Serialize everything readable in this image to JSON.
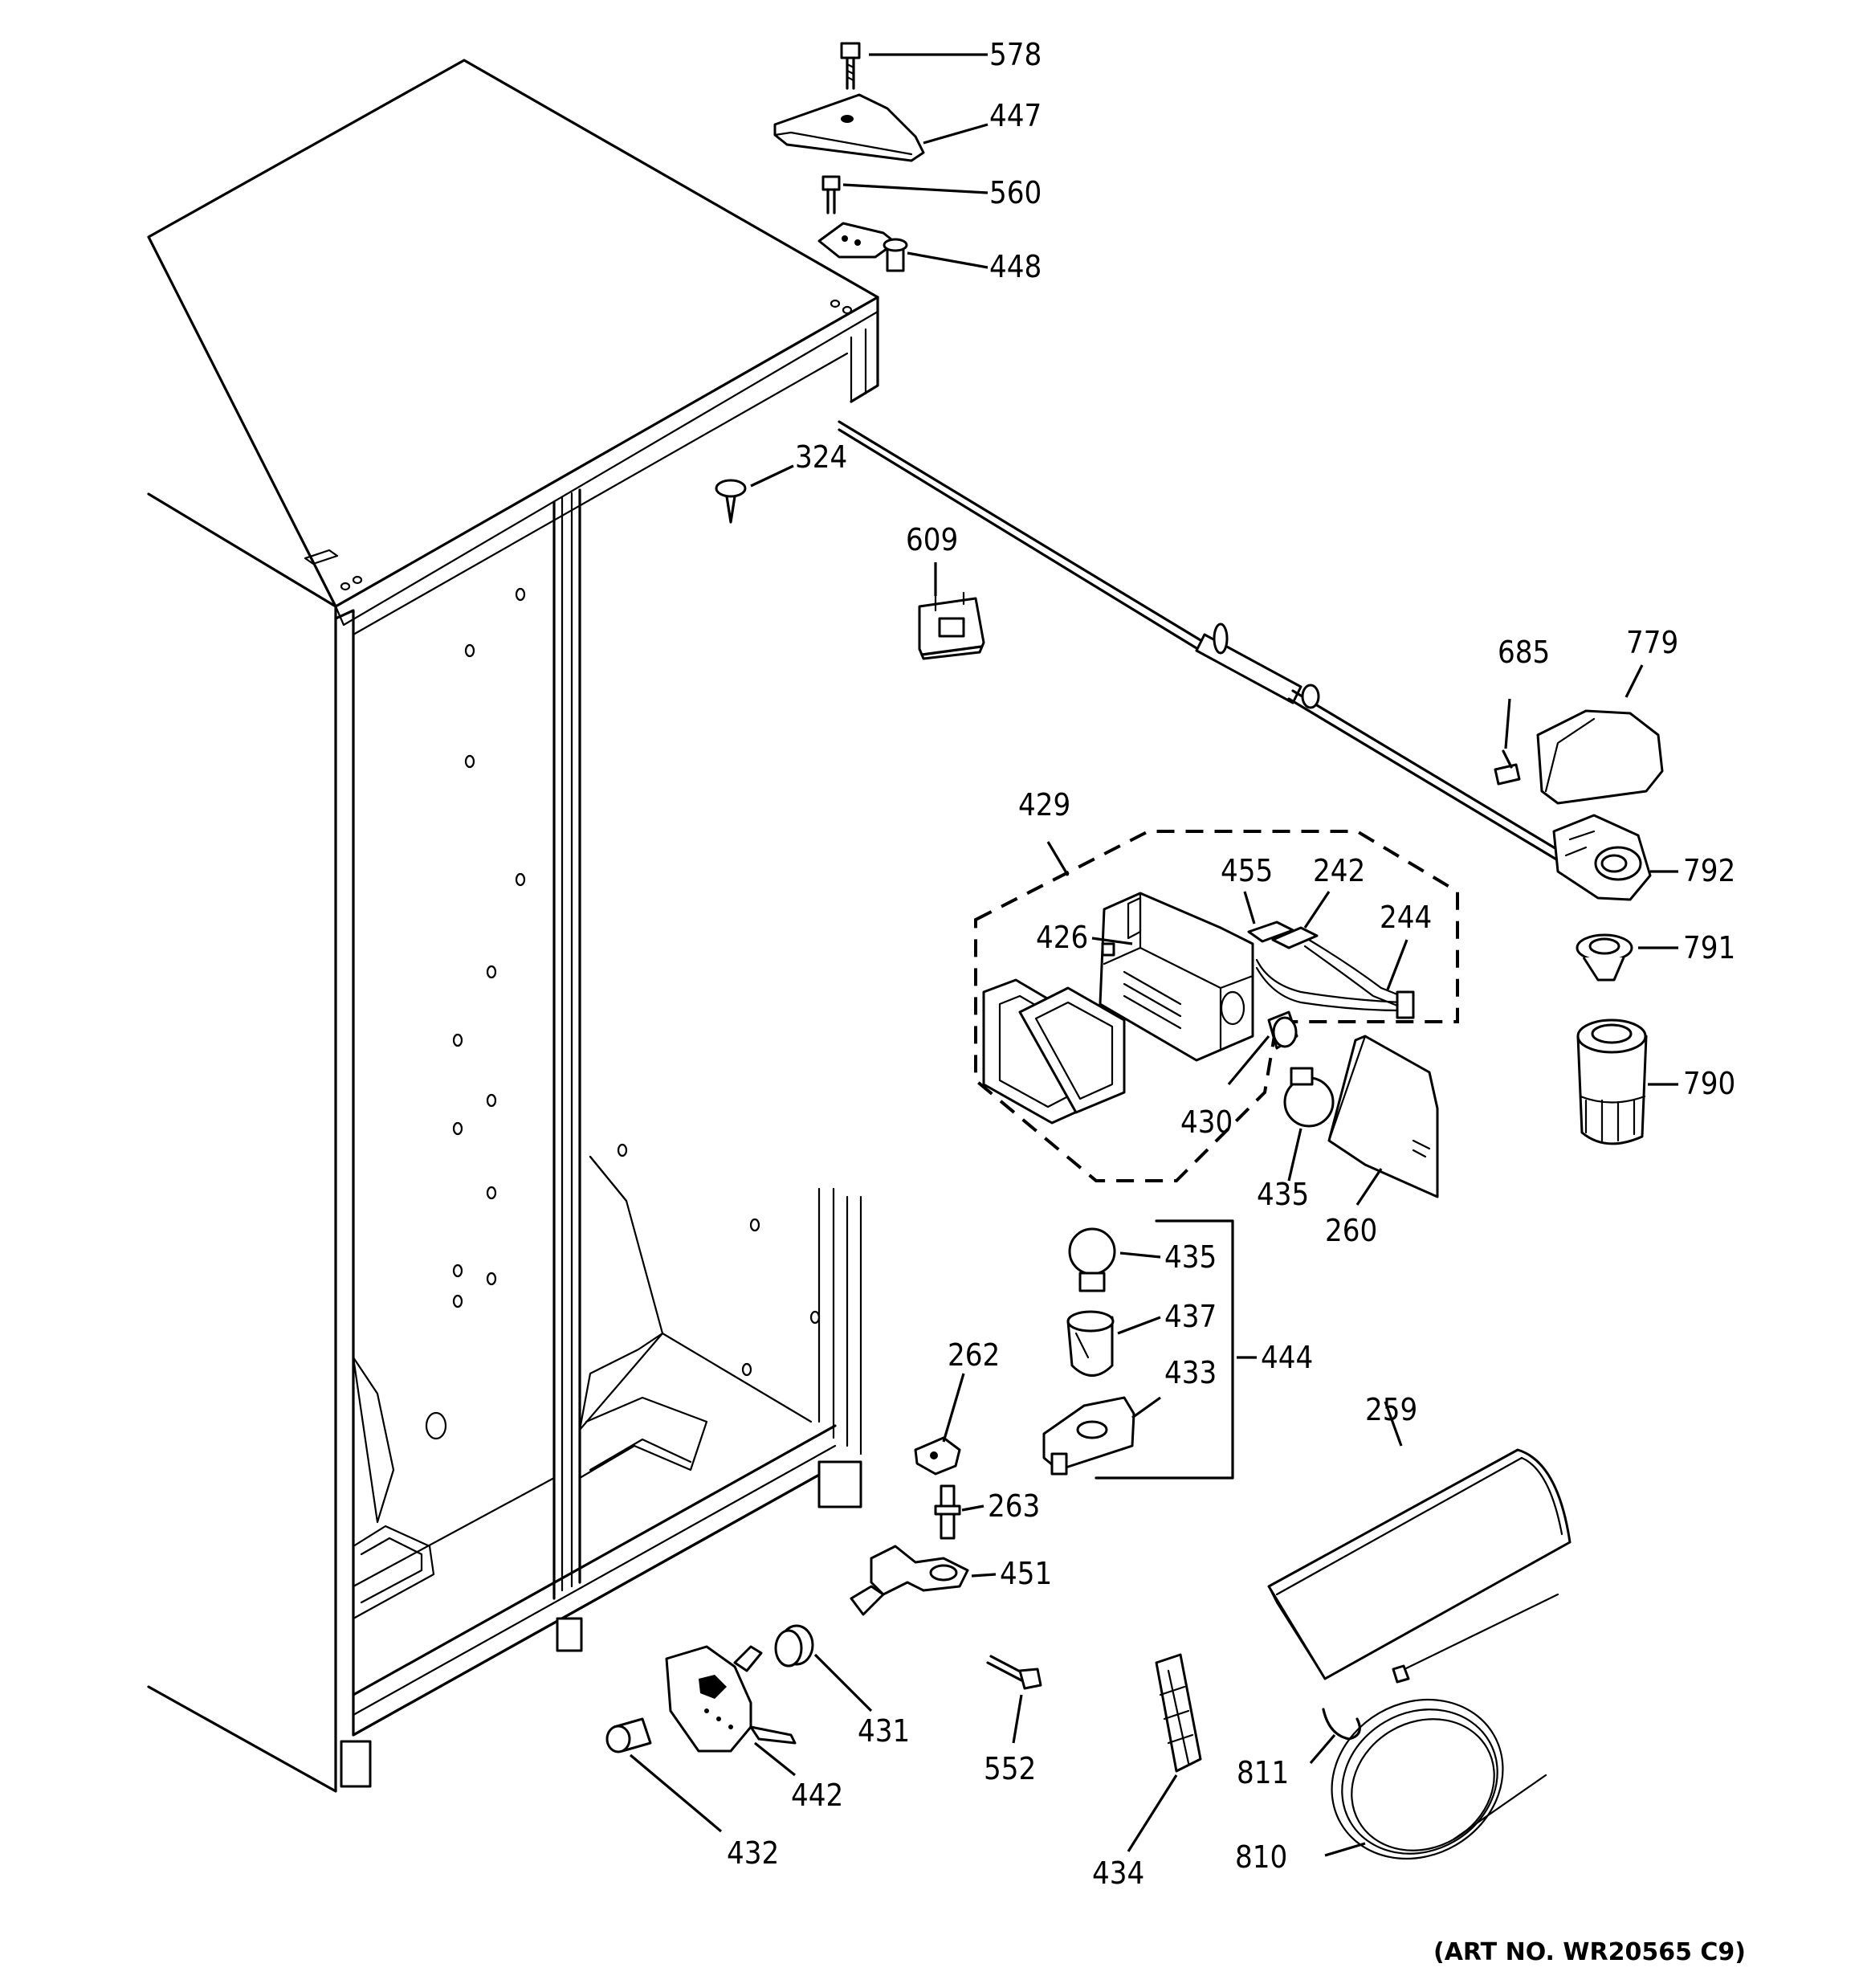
{
  "labels": {
    "p578": "578",
    "p447": "447",
    "p560": "560",
    "p448": "448",
    "p324": "324",
    "p609": "609",
    "p685": "685",
    "p779": "779",
    "p792": "792",
    "p791": "791",
    "p790": "790",
    "p429": "429",
    "p455": "455",
    "p242": "242",
    "p244": "244",
    "p426": "426",
    "p430": "430",
    "p435a": "435",
    "p260": "260",
    "p435b": "435",
    "p437": "437",
    "p433": "433",
    "p444": "444",
    "p262": "262",
    "p263": "263",
    "p451": "451",
    "p259": "259",
    "p431": "431",
    "p552": "552",
    "p442": "442",
    "p432": "432",
    "p434": "434",
    "p811": "811",
    "p810": "810"
  },
  "art_number": "(ART NO. WR20565 C9)"
}
